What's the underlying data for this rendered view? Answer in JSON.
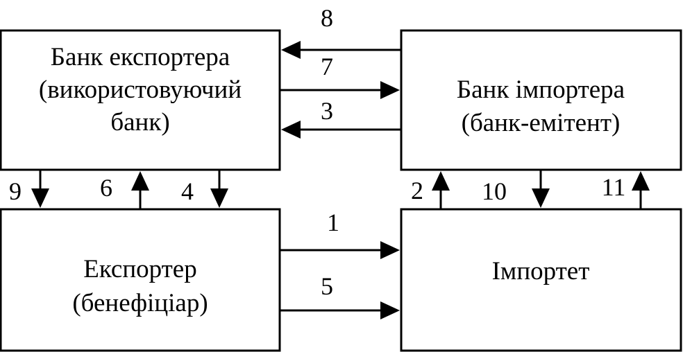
{
  "boxes": {
    "exporter_bank": {
      "lines": [
        "Банк експортера",
        "(використовуючий",
        "банк)"
      ]
    },
    "importer_bank": {
      "lines": [
        "Банк імпортера",
        "(банк-емітент)"
      ]
    },
    "exporter": {
      "lines": [
        "Експортер",
        "(бенефіціар)"
      ]
    },
    "importer": {
      "lines": [
        "Імпортет"
      ]
    }
  },
  "arrows": [
    {
      "label": "1",
      "from": "exporter",
      "to": "importer"
    },
    {
      "label": "2",
      "from": "importer",
      "to": "importer_bank"
    },
    {
      "label": "3",
      "from": "importer_bank",
      "to": "exporter_bank"
    },
    {
      "label": "4",
      "from": "exporter_bank",
      "to": "exporter"
    },
    {
      "label": "5",
      "from": "exporter",
      "to": "importer"
    },
    {
      "label": "6",
      "from": "exporter",
      "to": "exporter_bank"
    },
    {
      "label": "7",
      "from": "exporter_bank",
      "to": "importer_bank"
    },
    {
      "label": "8",
      "from": "importer_bank",
      "to": "exporter_bank"
    },
    {
      "label": "9",
      "from": "exporter_bank",
      "to": "exporter"
    },
    {
      "label": "10",
      "from": "importer_bank",
      "to": "importer"
    },
    {
      "label": "11",
      "from": "importer",
      "to": "importer_bank"
    }
  ]
}
